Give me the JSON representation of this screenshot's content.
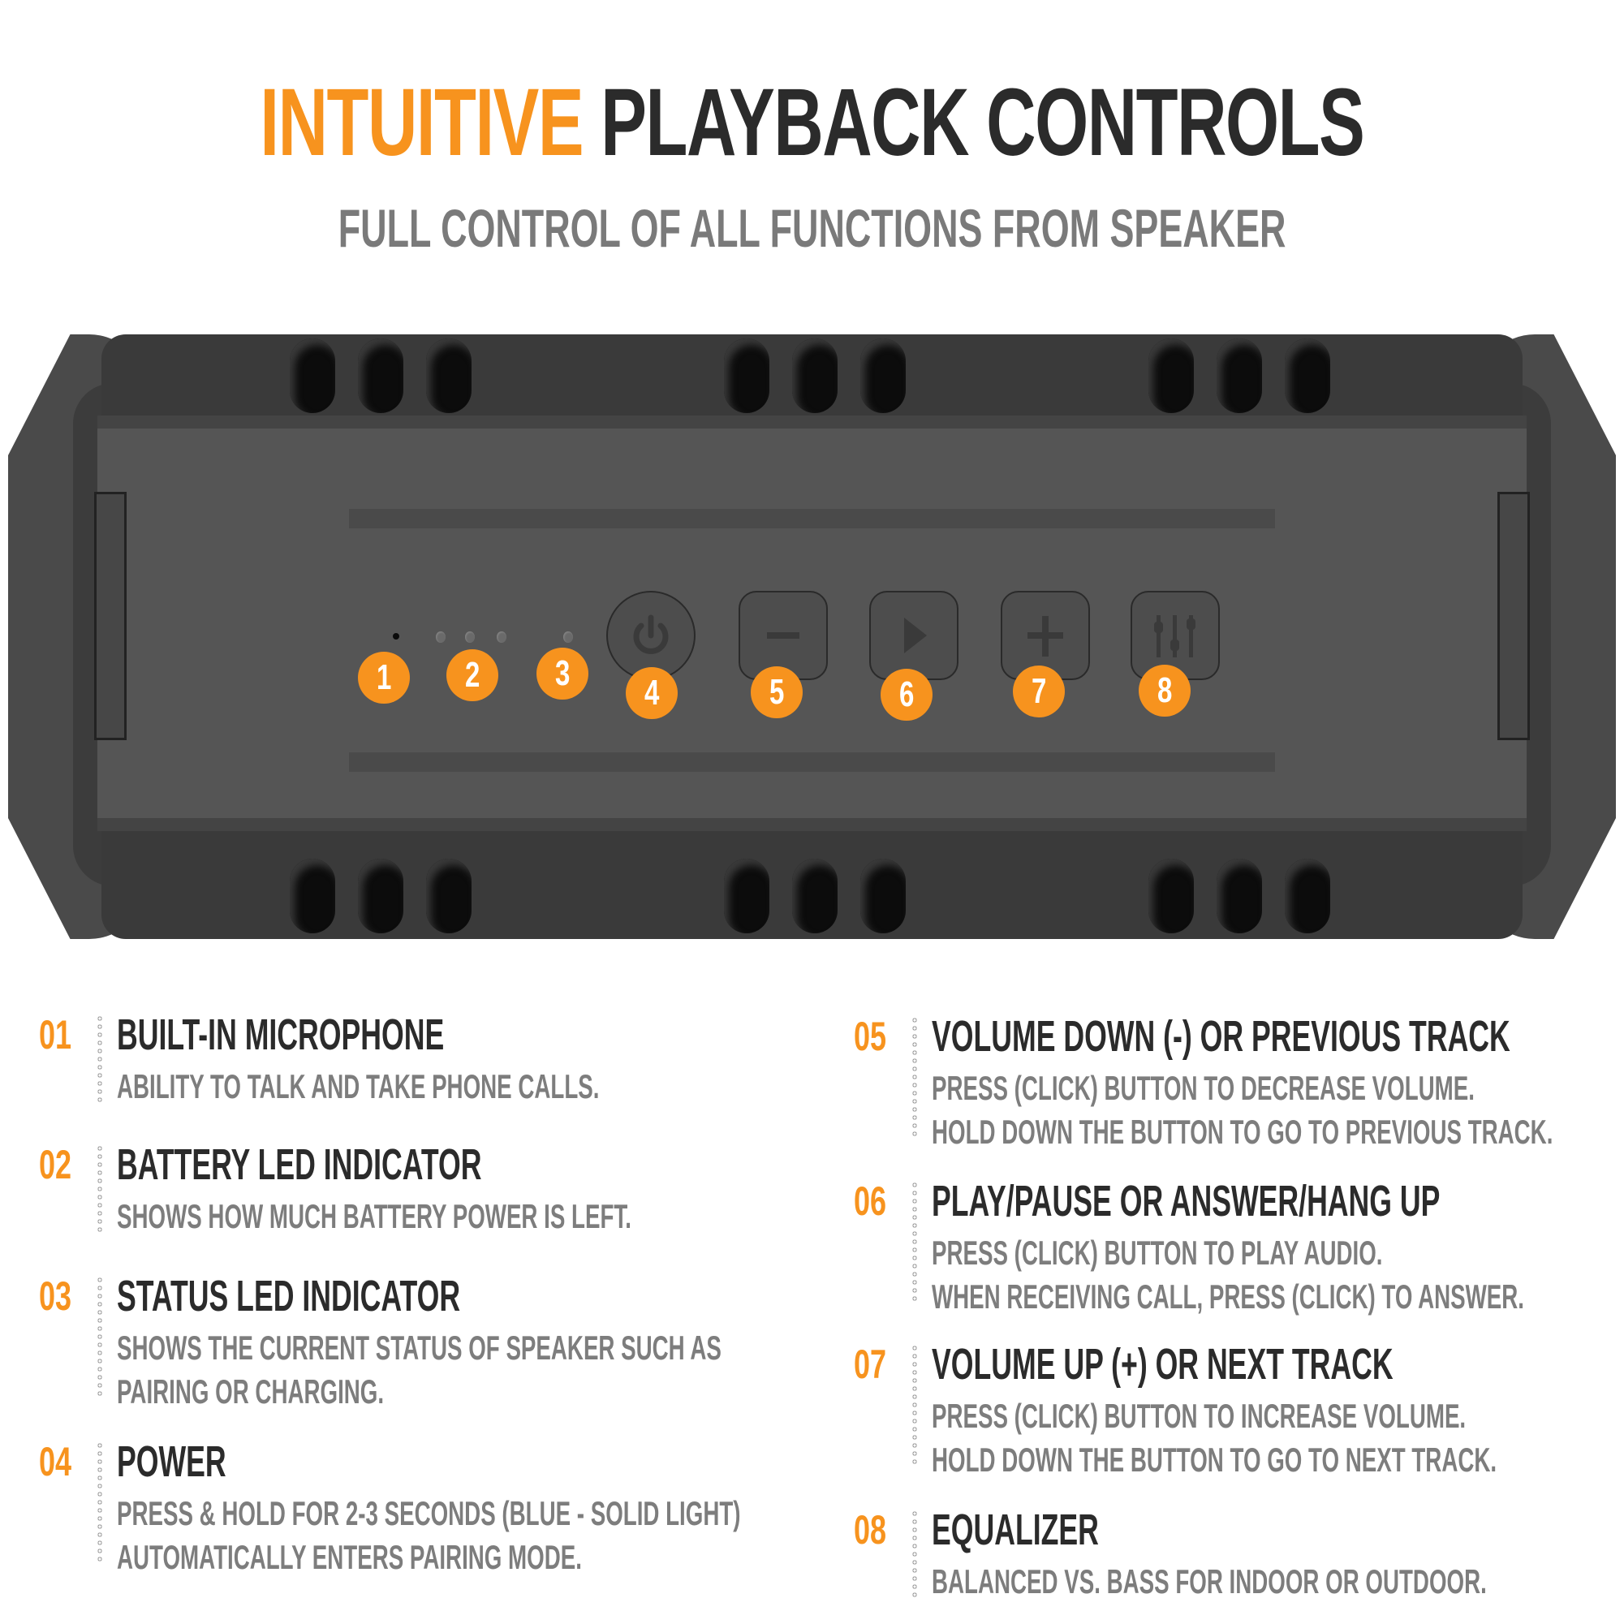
{
  "header": {
    "title_accent": "INTUITIVE",
    "title_rest": "PLAYBACK CONTROLS",
    "subtitle": "FULL CONTROL OF ALL FUNCTIONS FROM SPEAKER"
  },
  "colors": {
    "accent": "#F7931E",
    "heading": "#2B2B2B",
    "body_text": "#7D7D7D",
    "speaker_body": "#555555"
  },
  "speaker": {
    "indicators": [
      {
        "id": "1",
        "label": "1",
        "icon": "microphone-hole-icon"
      },
      {
        "id": "2",
        "label": "2",
        "icon": "battery-led-icon"
      },
      {
        "id": "3",
        "label": "3",
        "icon": "status-led-icon"
      }
    ],
    "buttons": [
      {
        "id": "4",
        "label": "4",
        "icon": "power-icon"
      },
      {
        "id": "5",
        "label": "5",
        "icon": "minus-icon"
      },
      {
        "id": "6",
        "label": "6",
        "icon": "play-icon"
      },
      {
        "id": "7",
        "label": "7",
        "icon": "plus-icon"
      },
      {
        "id": "8",
        "label": "8",
        "icon": "equalizer-icon"
      }
    ]
  },
  "features": [
    {
      "number": "01",
      "title": "BUILT-IN MICROPHONE",
      "lines": [
        "ABILITY TO TALK AND TAKE PHONE CALLS."
      ]
    },
    {
      "number": "02",
      "title": "BATTERY LED INDICATOR",
      "lines": [
        "SHOWS HOW MUCH BATTERY POWER IS LEFT."
      ]
    },
    {
      "number": "03",
      "title": "STATUS LED INDICATOR",
      "lines": [
        "SHOWS THE CURRENT STATUS OF SPEAKER SUCH AS",
        "PAIRING OR  CHARGING."
      ]
    },
    {
      "number": "04",
      "title": "POWER",
      "lines": [
        "PRESS & HOLD FOR 2-3 SECONDS (BLUE - SOLID LIGHT)",
        "AUTOMATICALLY ENTERS PAIRING MODE."
      ]
    },
    {
      "number": "05",
      "title": "VOLUME DOWN (-) OR PREVIOUS TRACK",
      "lines": [
        "PRESS (CLICK) BUTTON TO DECREASE VOLUME.",
        "HOLD DOWN THE BUTTON TO GO TO PREVIOUS TRACK."
      ]
    },
    {
      "number": "06",
      "title": "PLAY/PAUSE OR ANSWER/HANG UP",
      "lines": [
        "PRESS (CLICK) BUTTON TO PLAY AUDIO.",
        "WHEN RECEIVING CALL, PRESS (CLICK) TO ANSWER."
      ]
    },
    {
      "number": "07",
      "title": "VOLUME UP (+) OR NEXT TRACK",
      "lines": [
        "PRESS (CLICK) BUTTON TO INCREASE VOLUME.",
        "HOLD DOWN THE BUTTON TO GO TO NEXT TRACK."
      ]
    },
    {
      "number": "08",
      "title": "EQUALIZER",
      "lines": [
        "BALANCED VS. BASS FOR INDOOR OR OUTDOOR."
      ]
    }
  ]
}
